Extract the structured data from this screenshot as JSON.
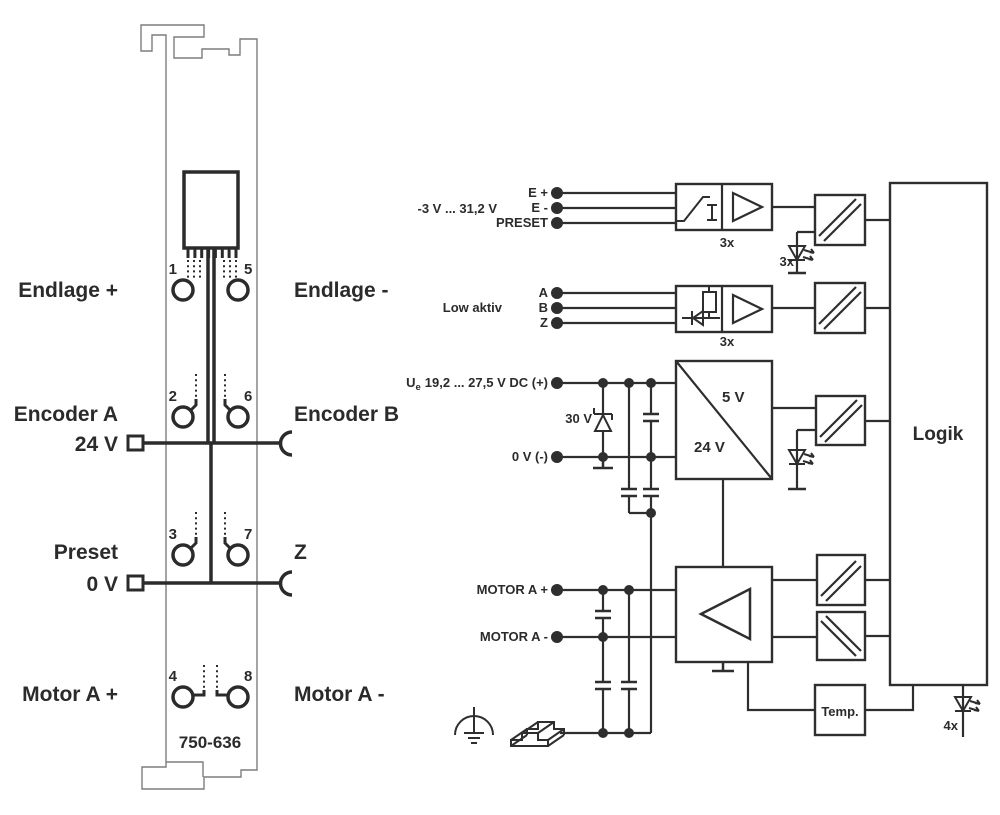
{
  "colors": {
    "line": "#2e2e2e",
    "module_outline": "#7d7d7d",
    "background": "#ffffff"
  },
  "module_view": {
    "order_number": "750-636",
    "rows": [
      {
        "left_num": "1",
        "left_label": "Endlage +",
        "right_num": "5",
        "right_label": "Endlage -"
      },
      {
        "left_num": "2",
        "left_label": "Encoder A",
        "right_num": "6",
        "right_label": "Encoder B"
      },
      {
        "left_num": "3",
        "left_label": "Preset",
        "right_num": "7",
        "right_label": "Z"
      },
      {
        "left_num": "4",
        "left_label": "Motor A +",
        "right_num": "8",
        "right_label": "Motor A -"
      }
    ],
    "supply_plus": "24 V",
    "supply_minus": "0 V"
  },
  "block_diagram": {
    "encoder_supply": {
      "range": "-3 V ... 31,2 V",
      "port_plus": "E +",
      "port_minus": "E -",
      "port_preset": "PRESET",
      "count": "3x"
    },
    "encoder_input": {
      "note": "Low aktiv",
      "port_a": "A",
      "port_b": "B",
      "port_z": "Z",
      "count": "3x"
    },
    "led_encoder_count": "3x",
    "power": {
      "label_u": "U",
      "label_u_sub": "e",
      "label_range": "19,2 ... 27,5 V DC (+)",
      "zener": "30 V",
      "label_minus": "0 V (-)",
      "dcdc_secondary": "5 V",
      "dcdc_primary": "24 V"
    },
    "motor": {
      "port_plus": "MOTOR A +",
      "port_minus": "MOTOR A -"
    },
    "logic_label": "Logik",
    "temp_label": "Temp.",
    "led_status_count": "4x"
  }
}
